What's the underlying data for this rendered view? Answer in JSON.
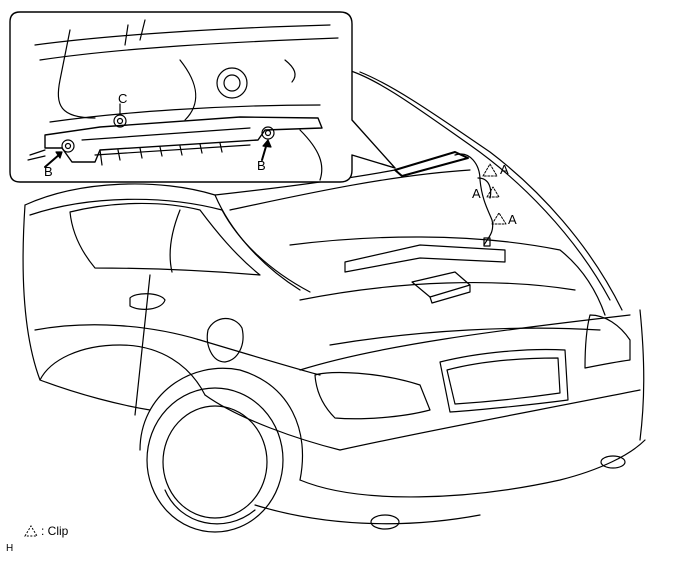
{
  "diagram": {
    "callouts": {
      "inset_c": "C",
      "inset_b_left": "B",
      "inset_b_right": "B",
      "clip_a_top": "A",
      "clip_a_mid": "A",
      "clip_a_low": "A"
    },
    "legend": {
      "icon": "clip-triangle-icon",
      "text": ": Clip"
    },
    "figure_code": "H"
  }
}
